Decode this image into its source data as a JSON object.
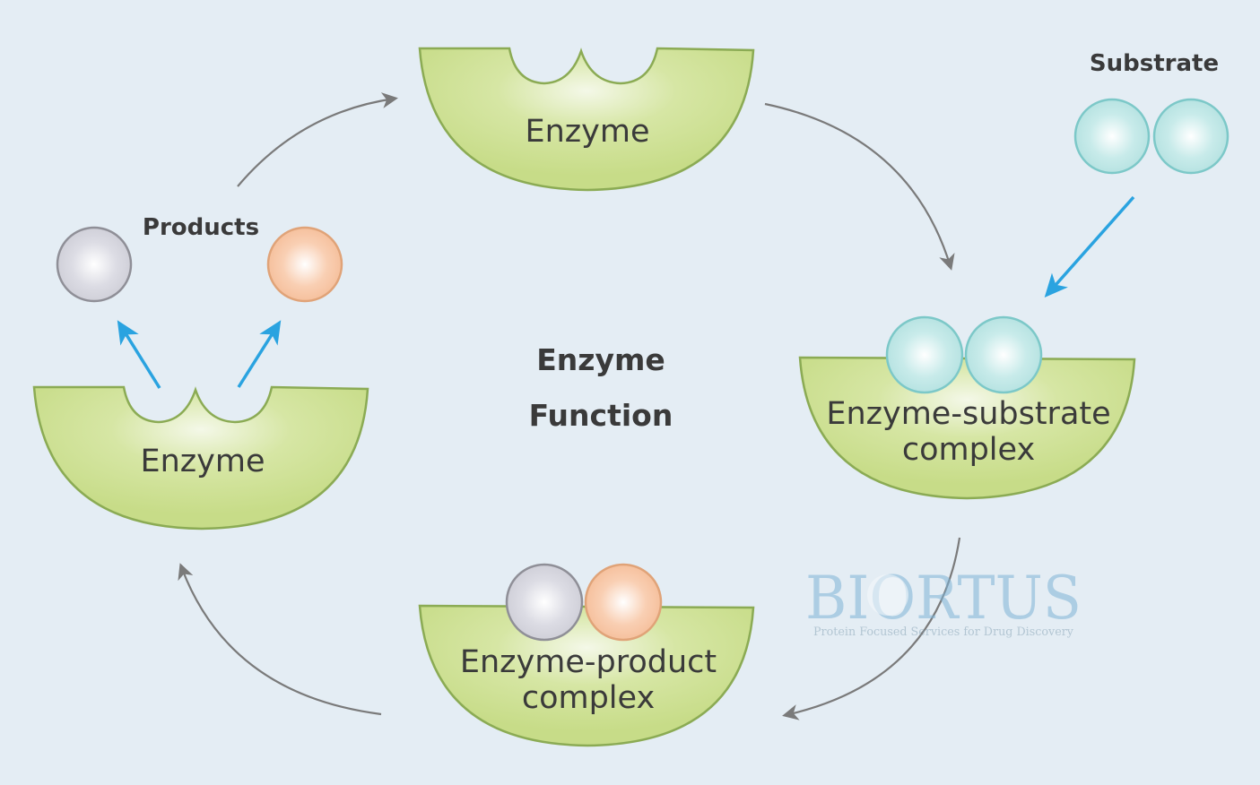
{
  "title": {
    "line1": "Enzyme",
    "line2": "Function"
  },
  "labels": {
    "enzyme_top": "Enzyme",
    "enzyme_left": "Enzyme",
    "es_complex_line1": "Enzyme-substrate",
    "es_complex_line2": "complex",
    "ep_complex_line1": "Enzyme-product",
    "ep_complex_line2": "complex",
    "substrate": "Substrate",
    "products": "Products"
  },
  "watermark": {
    "logo_text": "BIORTUS",
    "tagline": "Protein Focused Services for Drug Discovery"
  },
  "colors": {
    "background": "#e4edf4",
    "enzyme_fill": "#c9dd8c",
    "enzyme_stroke": "#8bab54",
    "substrate_fill": "#bfe6e6",
    "substrate_stroke": "#7cc8c8",
    "product_gray_fill": "#d4d4de",
    "product_gray_stroke": "#8f8f97",
    "product_orange_fill": "#f7c6a6",
    "product_orange_stroke": "#e0a378",
    "cycle_arrow": "#7a7a7a",
    "blue_arrow": "#2aa3e0"
  }
}
